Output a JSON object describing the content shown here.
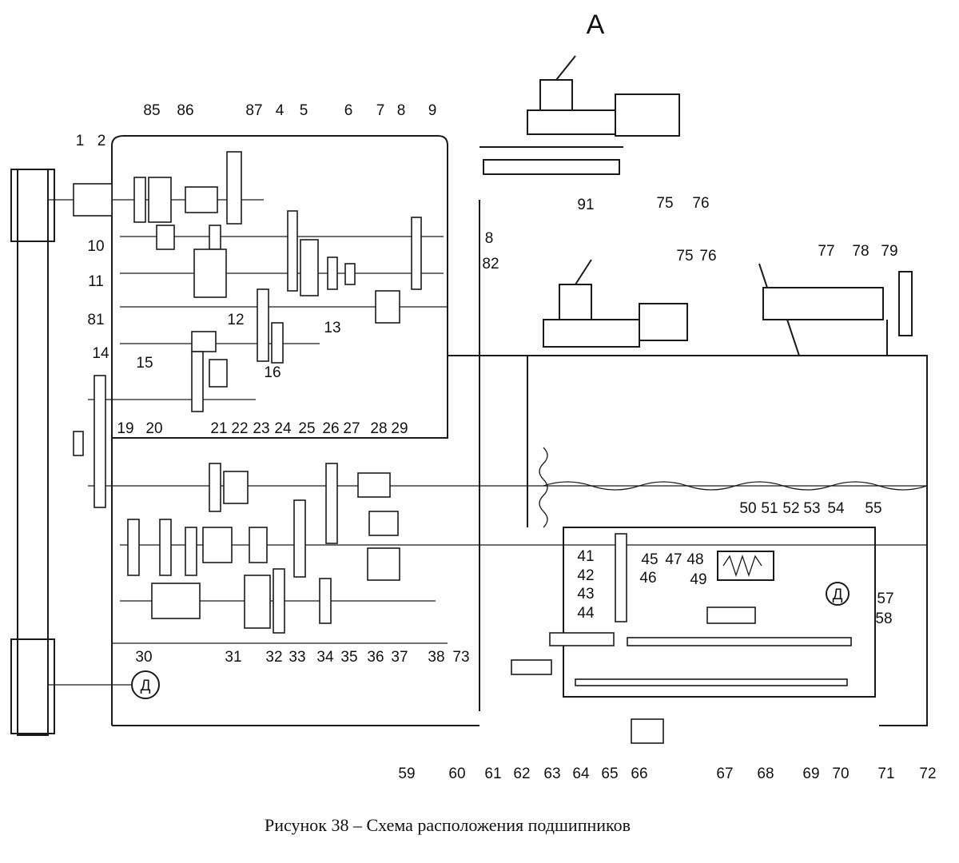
{
  "view_label": "А",
  "caption": "Рисунок 38 – Схема расположения подшипников",
  "motor_label": "Д",
  "labels": {
    "top": [
      "1",
      "2",
      "85",
      "86",
      "87",
      "4",
      "5",
      "6",
      "7",
      "8",
      "9"
    ],
    "headstock_side": [
      "10",
      "11",
      "81",
      "12",
      "13",
      "14",
      "15",
      "16",
      "8",
      "82"
    ],
    "gearbox_top": [
      "19",
      "20",
      "21",
      "22",
      "23",
      "24",
      "25",
      "26",
      "27",
      "28",
      "29"
    ],
    "gearbox_bottom": [
      "30",
      "31",
      "32",
      "33",
      "34",
      "35",
      "36",
      "37",
      "38",
      "73"
    ],
    "apron_inner": [
      "41",
      "42",
      "43",
      "44",
      "45",
      "46",
      "47",
      "48",
      "49",
      "50",
      "51",
      "52",
      "53",
      "54",
      "55",
      "57",
      "58"
    ],
    "apron_bottom": [
      "59",
      "60",
      "61",
      "62",
      "63",
      "64",
      "65",
      "66",
      "67",
      "68",
      "69",
      "70",
      "71",
      "72"
    ],
    "carriage": [
      "75",
      "76",
      "91",
      "75",
      "76"
    ],
    "tailstock": [
      "77",
      "78",
      "79"
    ]
  }
}
